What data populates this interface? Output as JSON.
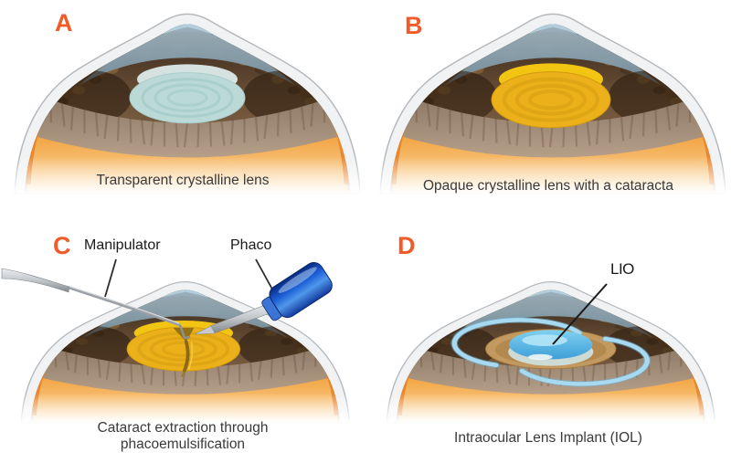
{
  "figure": {
    "description": "Four stage eye cross-section diagram of cataract surgery"
  },
  "colors": {
    "accent": "#F15B2A",
    "caption_text": "#3A3A3A",
    "annotation_text": "#1A1A1A",
    "sclera_gray": "#B5B9BD",
    "cornea_blue": "#B9D6E6",
    "iris_brown": "#6B4A2A",
    "fundus_orange": "#F2A23E",
    "lens_transparent": "#BBDAD7",
    "lens_transparent_cap": "#DDEBEA",
    "lens_cataract": "#EBB01A",
    "lens_cataract_cap": "#F3C513",
    "lens_ring_teal": "#9CC5C2",
    "lens_ring_gold": "#D1990E",
    "iol_blue": "#4EA8DC",
    "haptic_blue": "#A7DAF0",
    "phaco_handle_blue": "#1D5FD6",
    "instrument_silver": "#AEB3B8"
  },
  "panels": [
    {
      "letter": "A",
      "variant": "transparent",
      "caption_lines": [
        "Transparent crystalline lens"
      ]
    },
    {
      "letter": "B",
      "variant": "cataract",
      "caption_lines": [
        "Opaque crystalline lens with a cataracta"
      ]
    },
    {
      "letter": "C",
      "variant": "phaco",
      "caption_lines": [
        "Cataract extraction through",
        "phacoemulsification"
      ],
      "annotations": [
        {
          "text": "Manipulator"
        },
        {
          "text": "Phaco"
        }
      ]
    },
    {
      "letter": "D",
      "variant": "iol",
      "caption_lines": [
        "Intraocular Lens Implant (IOL)"
      ],
      "annotations": [
        {
          "text": "LIO"
        }
      ]
    }
  ]
}
